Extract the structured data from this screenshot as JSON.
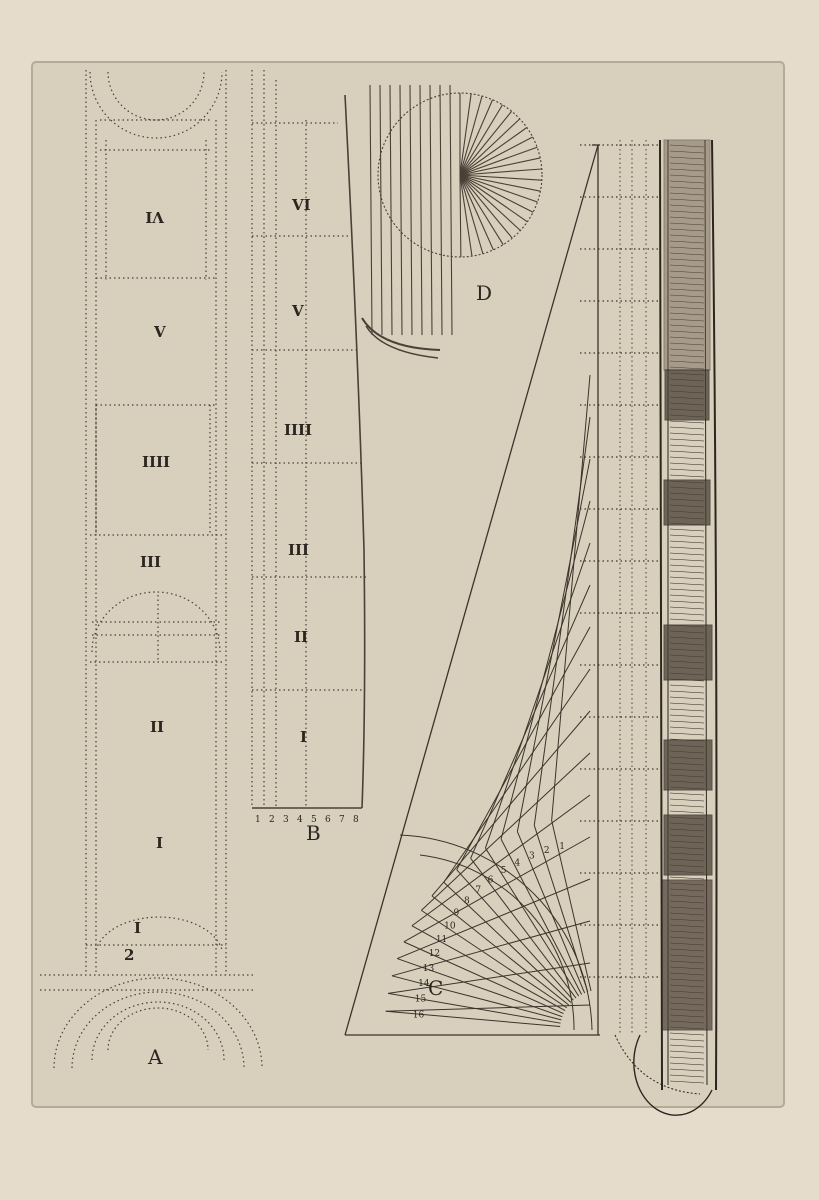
{
  "colors": {
    "paper": "#e6dccb",
    "plate": "#d9d0bd",
    "ink": "#3a322a"
  },
  "figures": {
    "A": {
      "label": "A",
      "sections": [
        "VI",
        "V",
        "IIII",
        "III",
        "II",
        "I"
      ],
      "inner": [
        "I",
        "2"
      ]
    },
    "B": {
      "label": "B",
      "sections": [
        "VI",
        "V",
        "IIII",
        "III",
        "II",
        "I"
      ],
      "scale": [
        "1",
        "2",
        "3",
        "4",
        "5",
        "6",
        "7",
        "8"
      ]
    },
    "C": {
      "label": "C",
      "scale": [
        "1",
        "2",
        "3",
        "4",
        "5",
        "6",
        "7",
        "8",
        "9",
        "10",
        "11",
        "12",
        "13",
        "14",
        "15",
        "16"
      ]
    },
    "D": {
      "label": "D"
    }
  }
}
